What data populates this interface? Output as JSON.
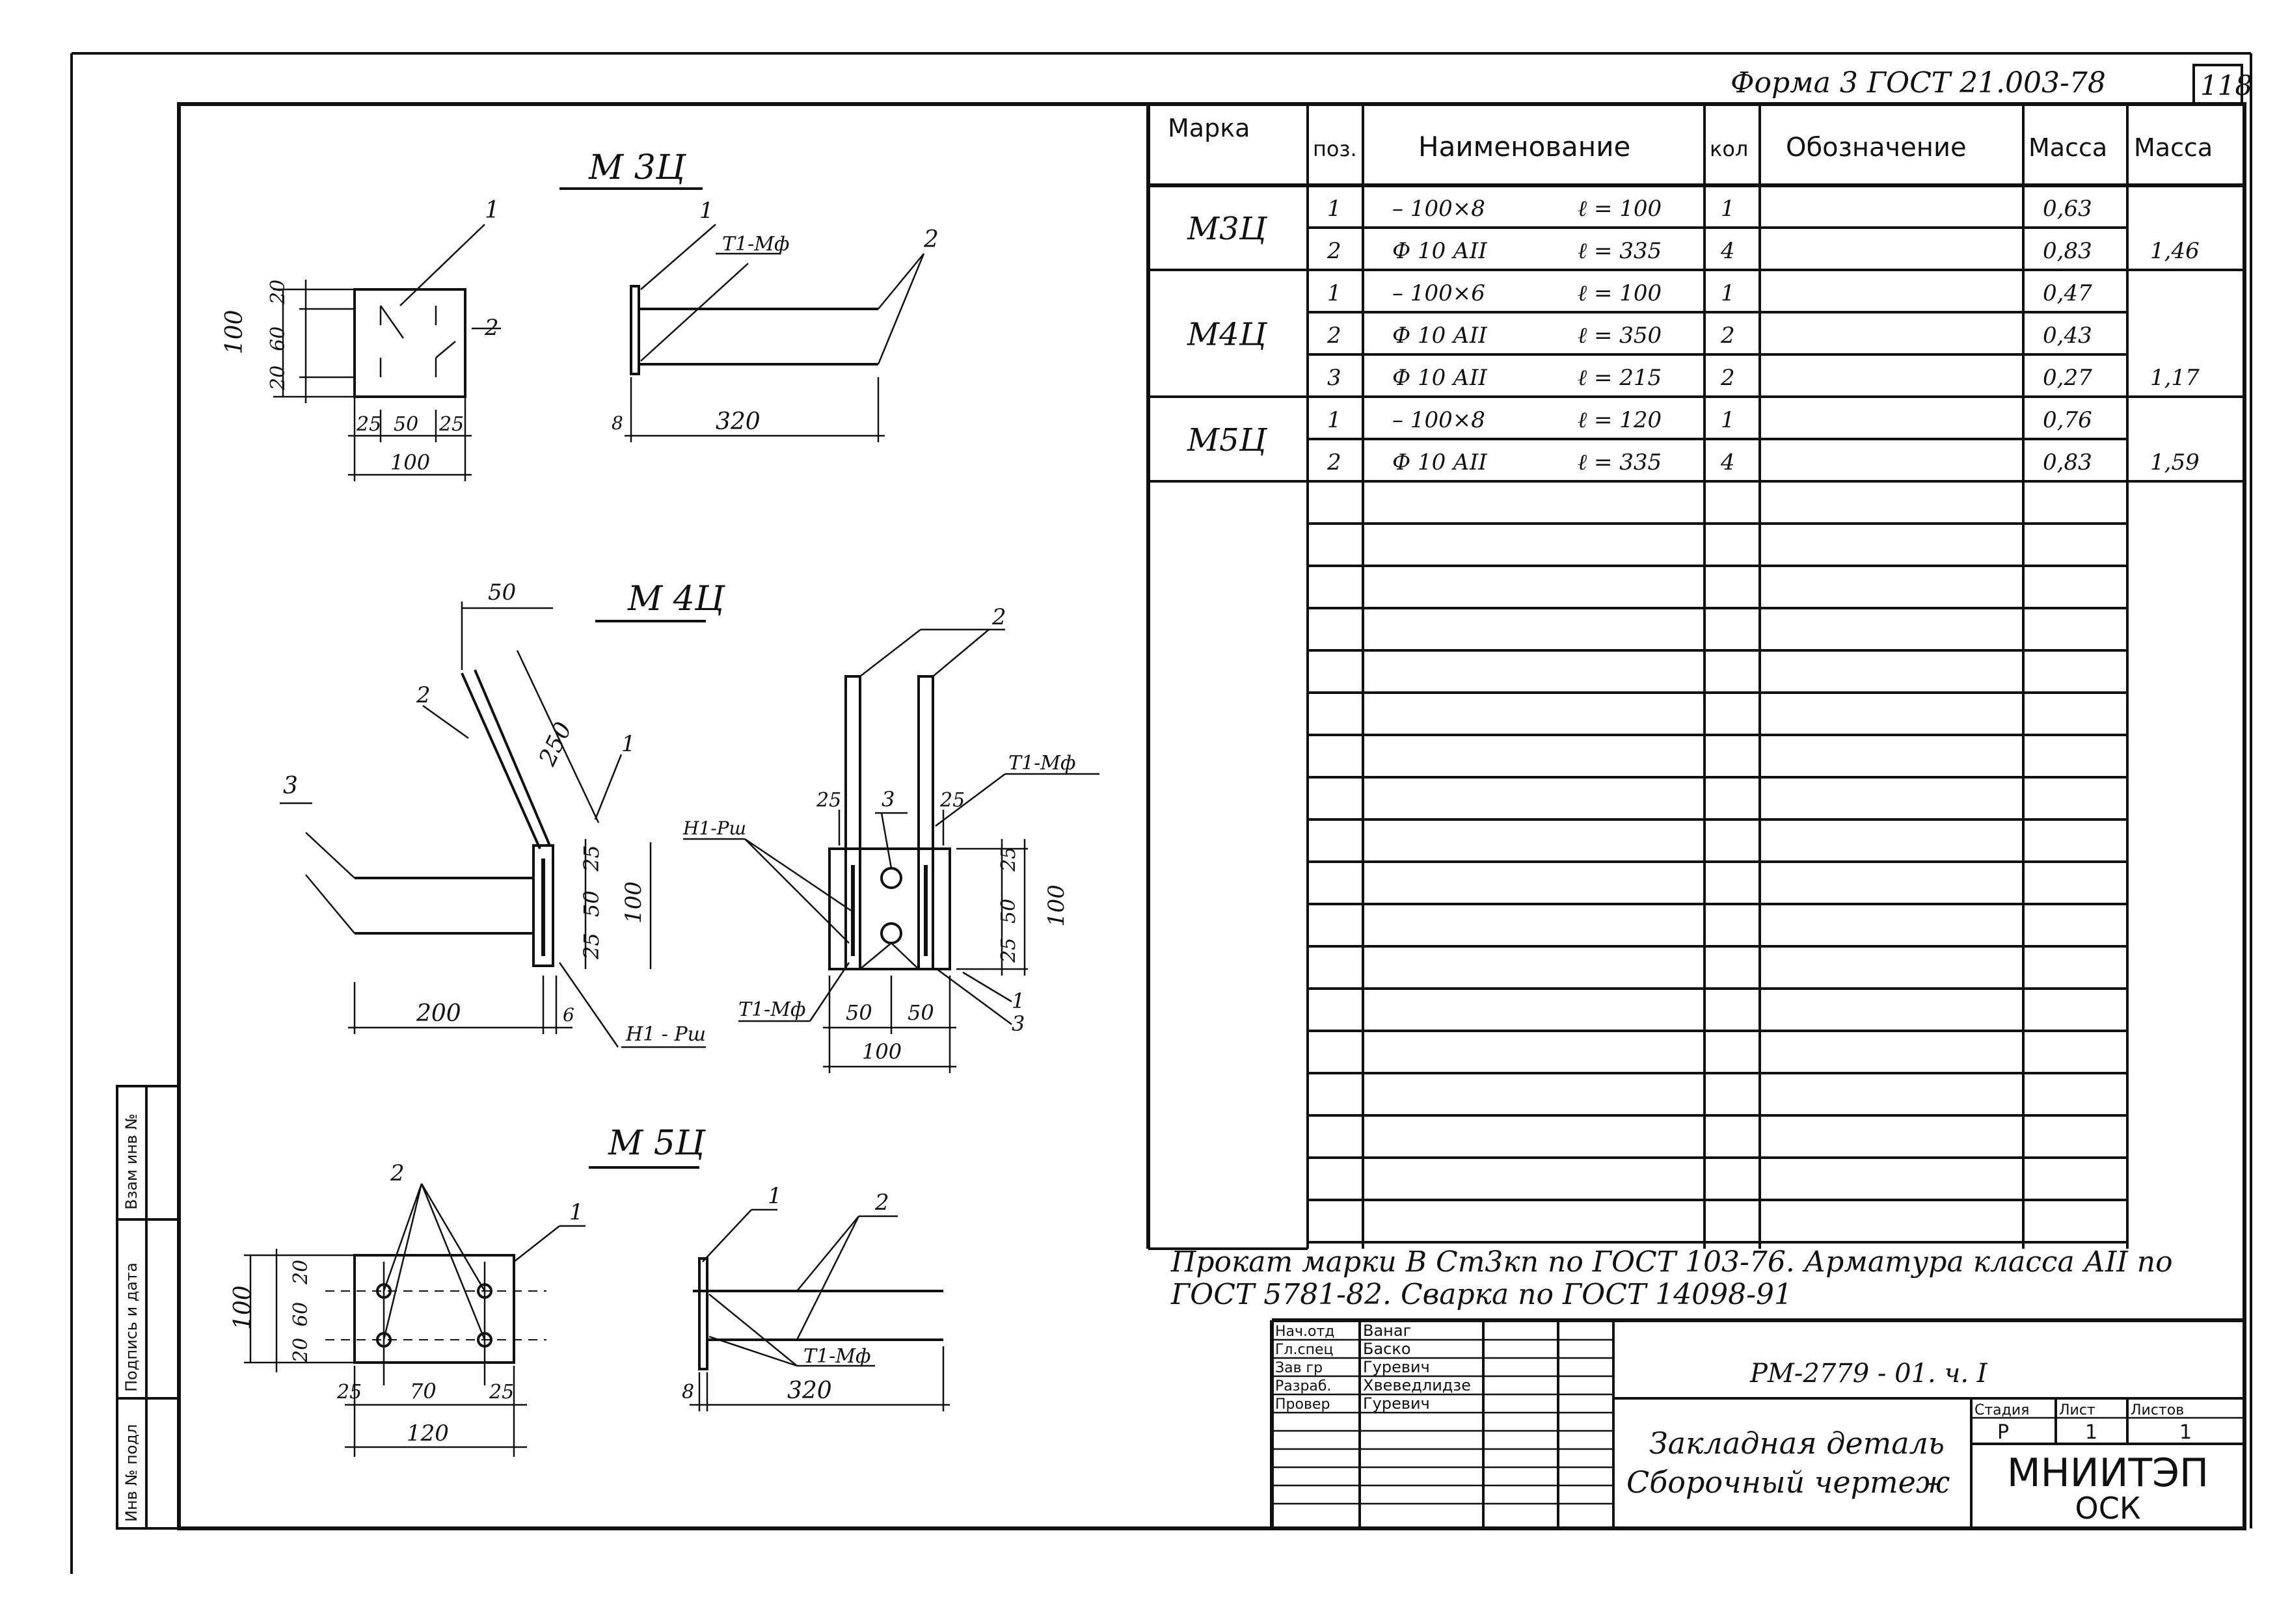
{
  "header": {
    "form_note": "Форма 3 ГОСТ 21.003-78",
    "sheet_number": "118"
  },
  "side_stamp": {
    "col1": "Взам инв №",
    "col2": "Подпись и дата",
    "col3": "Инв № подл"
  },
  "drawings": {
    "m3": {
      "title": "М 3Ц",
      "dims": {
        "height_total": "100",
        "v1": "20",
        "v2": "60",
        "v3": "20",
        "h1": "25",
        "h2": "50",
        "h3": "25",
        "width_total": "100",
        "plate_t": "8",
        "length": "320"
      },
      "callouts": {
        "p1": "1",
        "p2": "2",
        "weld": "Т1-Мф",
        "section_arrow": "2"
      }
    },
    "m4": {
      "title": "М 4Ц",
      "dims": {
        "offset": "50",
        "diag": "250",
        "v1": "25",
        "v2": "50",
        "v3": "25",
        "height_total": "100",
        "length": "200",
        "plate_t": "6",
        "s1": "25",
        "s2": "25",
        "h1": "50",
        "h2": "50",
        "width_total": "100",
        "r1": "25",
        "r2": "50",
        "r3": "25",
        "r_total": "100"
      },
      "callouts": {
        "p1": "1",
        "p2": "2",
        "p3": "3",
        "weld1": "Н1 - Рш",
        "weld2": "Т1-Мф",
        "weld3": "Н1-Рш",
        "weld4": "Т1-Мф",
        "p3b": "3",
        "p2b": "2",
        "p1b": "1",
        "p3c": "3"
      }
    },
    "m5": {
      "title": "М 5Ц",
      "dims": {
        "height_total": "100",
        "v1": "20",
        "v2": "60",
        "v3": "20",
        "h1": "25",
        "h2": "70",
        "h3": "25",
        "width_total": "120",
        "plate_t": "8",
        "length": "320"
      },
      "callouts": {
        "p1": "1",
        "p2": "2",
        "p2b": "2",
        "p1b": "1",
        "weld": "Т1-Мф"
      }
    }
  },
  "spec_table": {
    "headers": {
      "mark": "Марка",
      "pos": "поз.",
      "name": "Наименование",
      "qty": "кол",
      "designation": "Обозначение",
      "mass1": "Масса",
      "mass2": "Масса"
    },
    "groups": [
      {
        "mark": "М3Ц",
        "total": "1,46",
        "rows": [
          {
            "pos": "1",
            "name": "– 100×8",
            "len": "ℓ = 100",
            "qty": "1",
            "mass": "0,63"
          },
          {
            "pos": "2",
            "name": "Ф 10 АII",
            "len": "ℓ = 335",
            "qty": "4",
            "mass": "0,83"
          }
        ]
      },
      {
        "mark": "М4Ц",
        "total": "1,17",
        "rows": [
          {
            "pos": "1",
            "name": "– 100×6",
            "len": "ℓ = 100",
            "qty": "1",
            "mass": "0,47"
          },
          {
            "pos": "2",
            "name": "Ф 10 АII",
            "len": "ℓ = 350",
            "qty": "2",
            "mass": "0,43"
          },
          {
            "pos": "3",
            "name": "Ф 10 АII",
            "len": "ℓ = 215",
            "qty": "2",
            "mass": "0,27"
          }
        ]
      },
      {
        "mark": "М5Ц",
        "total": "1,59",
        "rows": [
          {
            "pos": "1",
            "name": "– 100×8",
            "len": "ℓ = 120",
            "qty": "1",
            "mass": "0,76"
          },
          {
            "pos": "2",
            "name": "Ф 10 АII",
            "len": "ℓ = 335",
            "qty": "4",
            "mass": "0,83"
          }
        ]
      }
    ]
  },
  "notes": {
    "line1": "Прокат марки В Ст3кп по ГОСТ 103-76. Арматура класса АII по",
    "line2": "ГОСТ 5781-82. Сварка по ГОСТ 14098-91"
  },
  "title_block": {
    "roles": [
      {
        "role": "Нач.отд",
        "name": "Ванаг"
      },
      {
        "role": "Гл.спец",
        "name": "Баско"
      },
      {
        "role": "Зав гр",
        "name": "Гуревич"
      },
      {
        "role": "Разраб.",
        "name": "Хвеведлидзе"
      },
      {
        "role": "Провер",
        "name": "Гуревич"
      }
    ],
    "code": "РМ-2779 - 01. ч. I",
    "title_line1": "Закладная деталь",
    "title_line2": "Сборочный чертеж",
    "stage_label": "Стадия",
    "sheet_label": "Лист",
    "sheets_label": "Листов",
    "stage": "Р",
    "sheet": "1",
    "sheets": "1",
    "org_line1": "МНИИТЭП",
    "org_line2": "ОСК"
  }
}
